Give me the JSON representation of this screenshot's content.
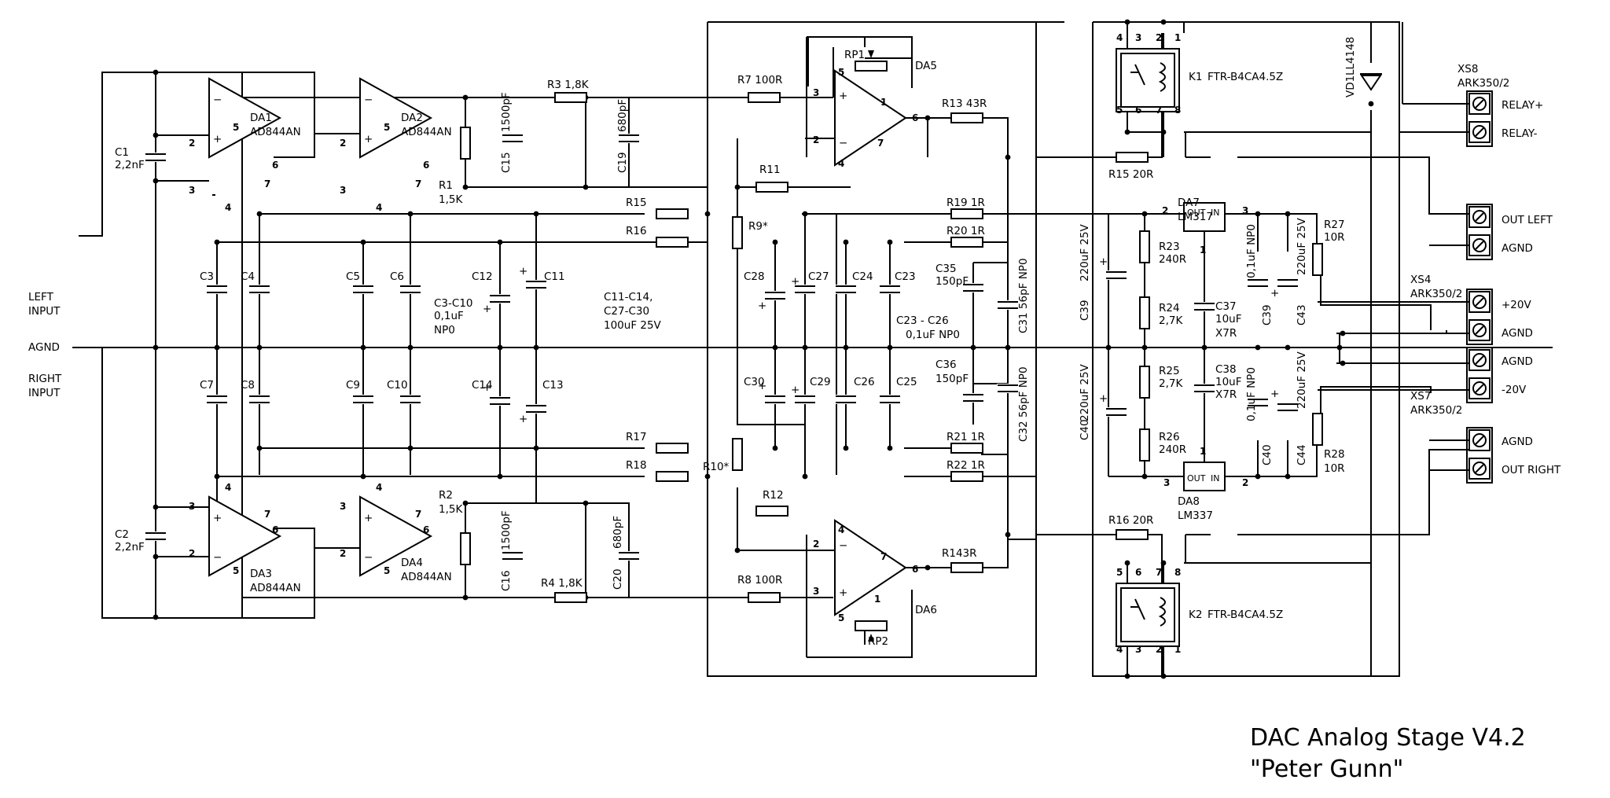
{
  "title": {
    "line1": "DAC Analog Stage V4.2",
    "line2": "\"Peter Gunn\""
  },
  "inputs": {
    "left": [
      "LEFT",
      "INPUT"
    ],
    "agnd": "AGND",
    "right": [
      "RIGHT",
      "INPUT"
    ]
  },
  "connectors": [
    {
      "ref": "XS8",
      "part": "ARK350/2",
      "pins": [
        "RELAY+",
        "RELAY-"
      ]
    },
    {
      "ref": "",
      "part": "",
      "pins": [
        "OUT LEFT",
        "AGND"
      ]
    },
    {
      "ref": "XS4",
      "part": "ARK350/2",
      "pins": [
        "+20V",
        "AGND"
      ]
    },
    {
      "ref": "",
      "part": "",
      "pins": [
        "AGND",
        "-20V"
      ]
    },
    {
      "ref": "XS7",
      "part": "ARK350/2",
      "pins": [
        "AGND",
        "OUT RIGHT"
      ]
    }
  ],
  "opamps": [
    {
      "ref": "DA1",
      "part": "AD844AN"
    },
    {
      "ref": "DA2",
      "part": "AD844AN"
    },
    {
      "ref": "DA3",
      "part": "AD844AN"
    },
    {
      "ref": "DA4",
      "part": "AD844AN"
    },
    {
      "ref": "DA5",
      "part": ""
    },
    {
      "ref": "DA6",
      "part": ""
    }
  ],
  "regulators": [
    {
      "ref": "DA7",
      "part": "LM317",
      "pins": [
        "OUT",
        "IN"
      ]
    },
    {
      "ref": "DA8",
      "part": "LM337",
      "pins": [
        "OUT",
        "IN"
      ]
    }
  ],
  "relays": [
    {
      "ref": "K1",
      "part": "FTR-B4CA4.5Z"
    },
    {
      "ref": "K2",
      "part": "FTR-B4CA4.5Z"
    }
  ],
  "diode": {
    "ref": "VD1",
    "part": "LL4148"
  },
  "group_notes": {
    "c3c10": [
      "C3-C10",
      "0,1uF",
      "NP0"
    ],
    "c11": [
      "C11-C14,",
      "C27-C30",
      "100uF 25V"
    ],
    "c23": [
      "C23 - C26",
      "0,1uF NP0"
    ]
  },
  "resistors": {
    "R1": [
      "R1",
      "1,5K"
    ],
    "R2": [
      "R2",
      "1,5K"
    ],
    "R3": "R3 1,8K",
    "R4": "R4 1,8K",
    "R7": "R7 100R",
    "R8": "R8 100R",
    "R9": "R9*",
    "R10": "R10*",
    "R11": "R11",
    "R12": "R12",
    "R13": "R13 43R",
    "R14": "R143R",
    "R15a": "R15",
    "R16a": "R16",
    "R17": "R17",
    "R18": "R18",
    "R15b": "R15 20R",
    "R16b": "R16 20R",
    "R19": "R19 1R",
    "R20": "R20 1R",
    "R21": "R21 1R",
    "R22": "R22 1R",
    "R23": [
      "R23",
      "240R"
    ],
    "R24": [
      "R24",
      "2,7K"
    ],
    "R25": [
      "R25",
      "2,7K"
    ],
    "R26": [
      "R26",
      "240R"
    ],
    "R27": [
      "R27",
      "10R"
    ],
    "R28": [
      "R28",
      "10R"
    ],
    "RP1": "RP1",
    "RP2": "RP2"
  },
  "capacitors": {
    "C1": [
      "C1",
      "2,2nF"
    ],
    "C2": [
      "C2",
      "2,2nF"
    ],
    "C3": "C3",
    "C4": "C4",
    "C5": "C5",
    "C6": "C6",
    "C7": "C7",
    "C8": "C8",
    "C9": "C9",
    "C10": "C10",
    "C11": "C11",
    "C12": "C12",
    "C13": "C13",
    "C14": "C14",
    "C15": "C15",
    "C15v": "1500pF",
    "C16": "C16",
    "C16v": "1500pF",
    "C19": "C19",
    "C19v": "680pF",
    "C20": "C20",
    "C20v": "680pF",
    "C23": "C23",
    "C24": "C24",
    "C25": "C25",
    "C26": "C26",
    "C27": "C27",
    "C28": "C28",
    "C29": "C29",
    "C30": "C30",
    "C31": "C31 56pF NP0",
    "C32": "C32 56pF NP0",
    "C35": [
      "C35",
      "150pF"
    ],
    "C36": [
      "C36",
      "150pF"
    ],
    "C37": [
      "C37",
      "10uF",
      "X7R"
    ],
    "C38": [
      "C38",
      "10uF",
      "X7R"
    ],
    "C39a": "C39",
    "C39b": "220uF 25V",
    "C39c": "0,1uF NP0",
    "C39d": "C39",
    "C40a": "C40",
    "C40b": "220uF 25V",
    "C40c": "0,1uF NP0",
    "C40d": "C40",
    "C43a": "220uF 25V",
    "C43b": "C43",
    "C44a": "220uF 25V",
    "C44b": "C44"
  },
  "pin_numbers": {
    "p1": "1",
    "p2": "2",
    "p3": "3",
    "p4": "4",
    "p5": "5",
    "p6": "6",
    "p7": "7",
    "p8": "8"
  }
}
